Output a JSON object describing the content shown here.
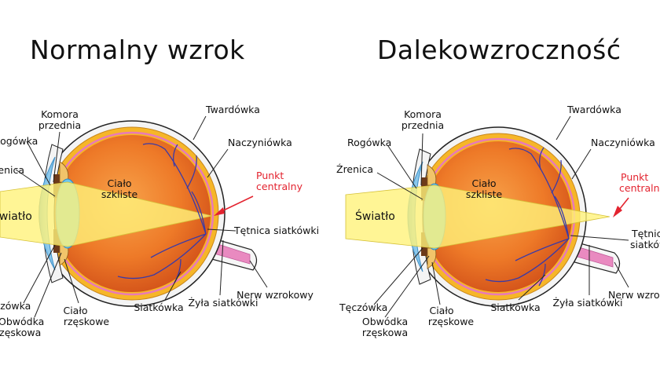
{
  "colors": {
    "sclera": "#f4f4f4",
    "choroid": "#f6b628",
    "vitreous_center": "#f59b3c",
    "vitreous_edge": "#dd5a18",
    "retina_line": "#e87ab8",
    "vessels": "#3a3aa8",
    "cornea": "#7bbfe8",
    "lens": "#6fc7ea",
    "light_beam": "#fff37a",
    "red_label": "#e3232f",
    "line": "#222222"
  },
  "panels": [
    {
      "title": "Normalny wzrok",
      "labels": {
        "komora_l1": "Komora",
        "komora_l2": "przednia",
        "rogowka": "Rogówka",
        "zrenica": "Źrenica",
        "swiatlo": "Światło",
        "teczowka": "Tęczówka",
        "obwodka_l1": "Obwódka",
        "obwodka_l2": "rzęskowa",
        "cialo_rz_l1": "Ciało",
        "cialo_rz_l2": "rzęskowe",
        "siatkowka": "Siatkówka",
        "zyla": "Żyła siatkówki",
        "nerw": "Nerw wzrokowy",
        "tetnica": "Tętnica siatkówki",
        "twardowka": "Twardówka",
        "naczyniowka": "Naczyniówka",
        "punkt_l1": "Punkt",
        "punkt_l2": "centralny",
        "cialo_sz_l1": "Ciało",
        "cialo_sz_l2": "szkliste"
      }
    },
    {
      "title": "Dalekowzroczność",
      "labels": {
        "komora_l1": "Komora",
        "komora_l2": "przednia",
        "rogowka": "Rogówka",
        "zrenica": "Źrenica",
        "swiatlo": "Światło",
        "teczowka": "Tęczówka",
        "obwodka_l1": "Obwódka",
        "obwodka_l2": "rzęskowa",
        "cialo_rz_l1": "Ciało",
        "cialo_rz_l2": "rzęskowe",
        "siatkowka": "Siatkówka",
        "zyla": "Żyła siatkówki",
        "nerw": "Nerw wzrokowy",
        "tetnica_l1": "Tętnica",
        "tetnica_l2": "siatkówki",
        "twardowka": "Twardówka",
        "naczyniowka": "Naczyniówka",
        "punkt_l1": "Punkt",
        "punkt_l2": "centralny",
        "cialo_sz_l1": "Ciało",
        "cialo_sz_l2": "szkliste"
      }
    }
  ]
}
